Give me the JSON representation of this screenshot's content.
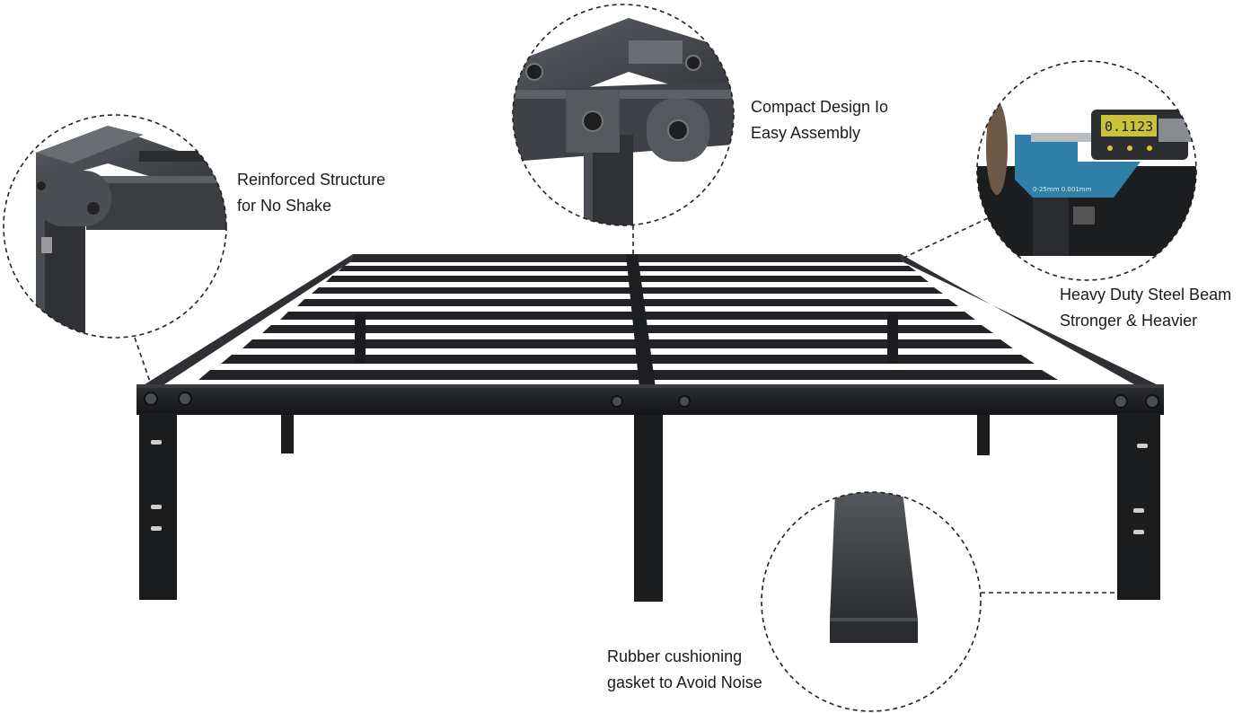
{
  "callouts": {
    "reinforced": {
      "line1": "Reinforced Structure",
      "line2": "for No Shake"
    },
    "compact": {
      "line1": "Compact Design Io",
      "line2": "Easy Assembly"
    },
    "heavy": {
      "line1": "Heavy Duty Steel Beam",
      "line2": "Stronger & Heavier"
    },
    "rubber": {
      "line1": "Rubber cushioning",
      "line2": "gasket to Avoid Noise"
    }
  },
  "micrometer_display": "0.1123",
  "micrometer_scale": "0-25mm  0.001mm",
  "colors": {
    "background": "#ffffff",
    "steel": "#1e1f21",
    "steel_highlight": "#3a3c40",
    "detail_gray": "#4a4d52",
    "micrometer_blue": "#2f7fa8",
    "lcd": "#c9c23a",
    "text": "#1a1a1a"
  }
}
